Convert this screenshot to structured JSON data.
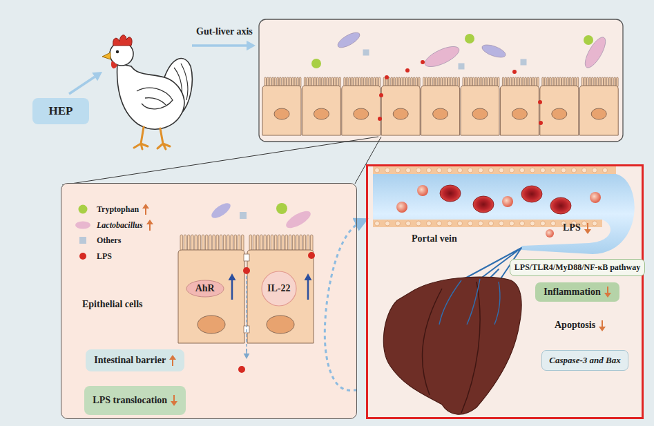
{
  "diagram": {
    "nodes": [
      {
        "text": [
          "HEP"
        ]
      },
      {
        "text": [
          "Epithelial cells"
        ]
      },
      {
        "text": [
          "AhR"
        ],
        "in": 1
      },
      {
        "text": [
          "IL-22"
        ],
        "in": 1
      },
      {
        "text": [
          "Intestinal barrier"
        ],
        "in": 1
      },
      {
        "text": [
          "LPS translocation"
        ],
        "in": 1
      },
      {
        "text": [
          "Portal vein",
          "LPS",
          "Apoptosis"
        ]
      },
      {
        "text": [
          "LPS/TLR4/MyD88/NF-κB pathway"
        ],
        "in": 6
      },
      {
        "text": [
          "Inflammation"
        ],
        "in": 6
      },
      {
        "text": [
          "Caspase-3 and Bax"
        ],
        "in": 6
      }
    ],
    "edges": [
      {
        "from": 1,
        "to": 6,
        "arrow": "to"
      }
    ],
    "labels": [
      "Gut-liver axis"
    ],
    "legend": [
      {
        "text": "Tryptophan",
        "color": "#a8cf45"
      },
      {
        "text": "Lactobacillus",
        "color": "#e8b7cf"
      },
      {
        "text": "Others",
        "color": "#b9c8d8"
      },
      {
        "text": "LPS",
        "color": "#d62a22"
      }
    ]
  }
}
